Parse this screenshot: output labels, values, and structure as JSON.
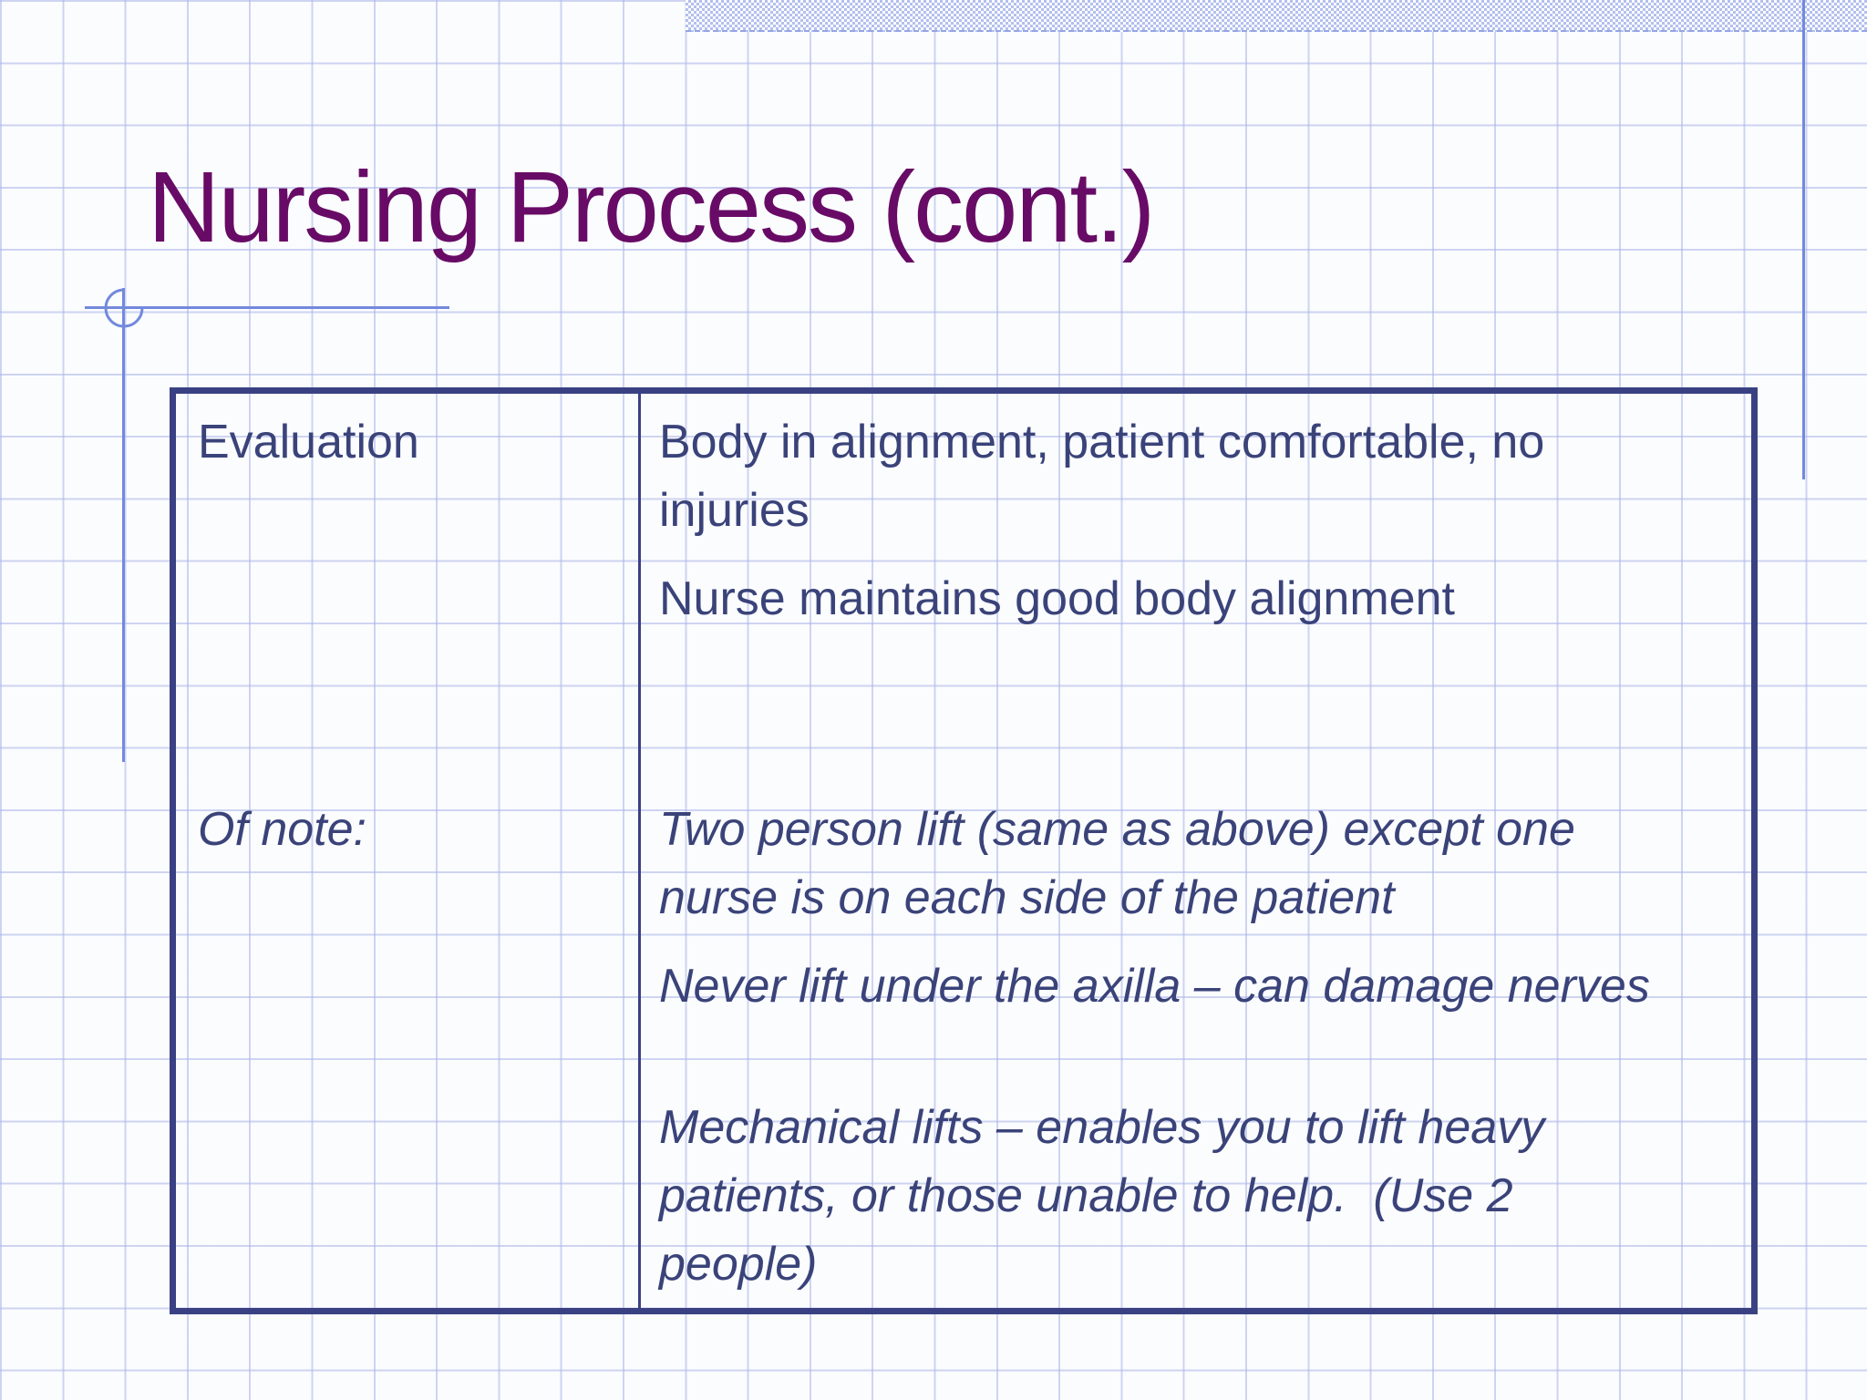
{
  "slide": {
    "title": "Nursing Process (cont.)"
  },
  "table": {
    "left_column": {
      "evaluation_label": "Evaluation",
      "of_note_label": "Of note:"
    },
    "right_column": {
      "evaluation_paragraphs": [
        {
          "lines": [
            "Body in alignment, patient comfortable, no",
            "injuries"
          ]
        },
        {
          "lines": [
            "Nurse maintains good body alignment"
          ]
        }
      ],
      "note_paragraphs": [
        {
          "lines": [
            "Two person lift (same as above) except one",
            "nurse is on each side of the patient"
          ]
        },
        {
          "lines": [
            "Never lift under the axilla – can damage nerves"
          ]
        },
        {
          "lines": [
            "Mechanical lifts – enables you to lift heavy",
            "patients, or those unable to help.  (Use 2",
            "people)"
          ]
        }
      ]
    }
  },
  "colors": {
    "title_text": "#680b66",
    "body_text": "#3a4379",
    "table_border": "#3a4183",
    "accent_blue": "#7289dd",
    "grid_line": "#a8b4e6",
    "top_bar_fill": "#b3bfee",
    "background": "#fbfcfe"
  }
}
